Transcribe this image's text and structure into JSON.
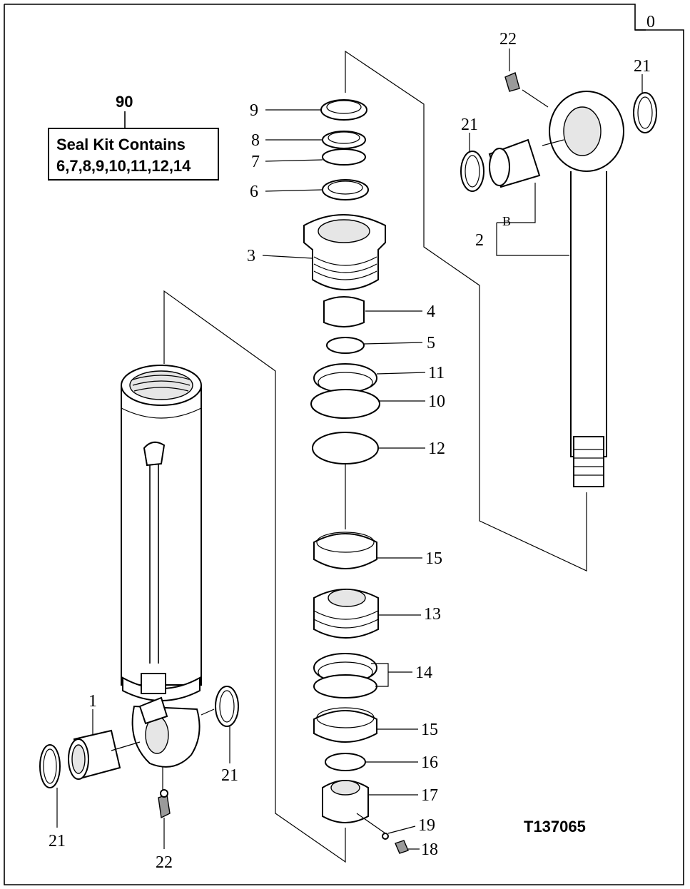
{
  "page_code": "0",
  "drawing_id": "T137065",
  "seal_kit": {
    "number": "90",
    "title": "Seal Kit Contains",
    "contents": "6,7,8,9,10,11,12,14"
  },
  "callouts": {
    "c1": "1",
    "c2": "2",
    "cB": "B",
    "c3": "3",
    "c4": "4",
    "c5": "5",
    "c6": "6",
    "c7": "7",
    "c8": "8",
    "c9": "9",
    "c10": "10",
    "c11": "11",
    "c12": "12",
    "c13": "13",
    "c14": "14",
    "c15a": "15",
    "c15b": "15",
    "c16": "16",
    "c17": "17",
    "c18": "18",
    "c19": "19",
    "c21a": "21",
    "c21b": "21",
    "c21c": "21",
    "c21d": "21",
    "c22a": "22",
    "c22b": "22"
  }
}
